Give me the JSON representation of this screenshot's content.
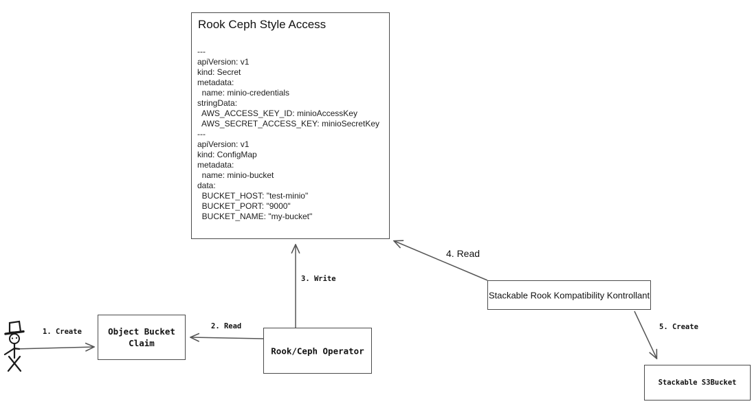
{
  "colors": {
    "stroke": "#4a4a4a",
    "arrow": "#555555",
    "text": "#111111",
    "canvas_bg": "#ffffff"
  },
  "icons": {
    "actor": "stick-figure-person-icon"
  },
  "nodes": {
    "main": {
      "title": "Rook Ceph Style Access",
      "yaml_lines": [
        "---",
        "apiVersion: v1",
        "kind: Secret",
        "metadata:",
        "  name: minio-credentials",
        "stringData:",
        "  AWS_ACCESS_KEY_ID: minioAccessKey",
        "  AWS_SECRET_ACCESS_KEY: minioSecretKey",
        "---",
        "apiVersion: v1",
        "kind: ConfigMap",
        "metadata:",
        "  name: minio-bucket",
        "data:",
        "  BUCKET_HOST: \"test-minio\"",
        "  BUCKET_PORT: \"9000\"",
        "  BUCKET_NAME: \"my-bucket\""
      ]
    },
    "object_bucket_claim": {
      "label": "Object Bucket\nClaim"
    },
    "rook_ceph_operator": {
      "label": "Rook/Ceph Operator"
    },
    "kontrollant": {
      "label": "Stackable Rook Kompatibility Kontrollant"
    },
    "s3_bucket": {
      "label": "Stackable S3Bucket"
    }
  },
  "edges": {
    "e1": {
      "label": "1. Create"
    },
    "e2": {
      "label": "2. Read"
    },
    "e3": {
      "label": "3. Write"
    },
    "e4": {
      "label": "4. Read"
    },
    "e5": {
      "label": "5. Create"
    }
  }
}
